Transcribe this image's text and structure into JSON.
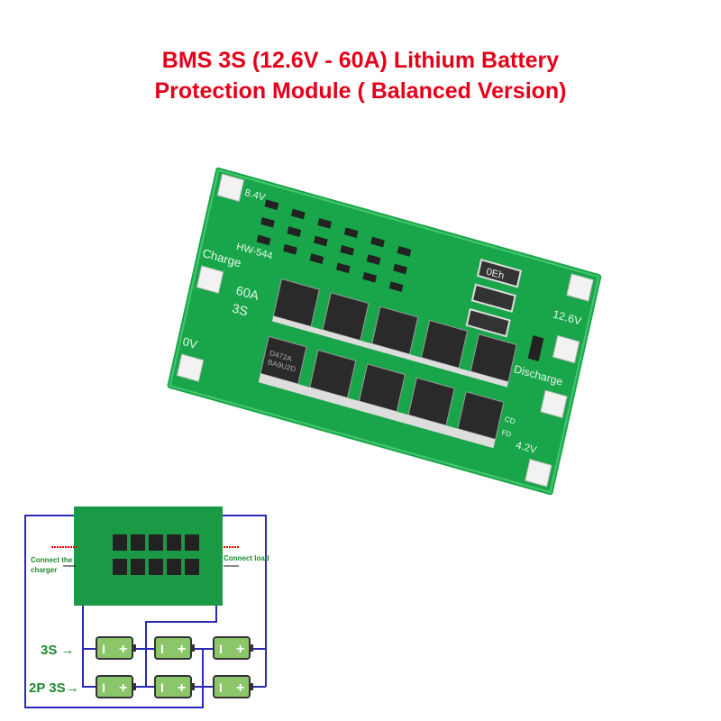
{
  "title": {
    "line1": "BMS 3S (12.6V - 60A) Lithium Battery",
    "line2": "Protection Module ( Balanced Version)"
  },
  "board": {
    "labels": {
      "v84": "8.4V",
      "model": "HW-544",
      "charge": "Charge",
      "zero": "0V",
      "cells": "3S",
      "amps": "60A",
      "v126": "12.6V",
      "discharge": "Discharge",
      "v42": "4.2V",
      "fd": "FD",
      "cd": "CD"
    },
    "resistor_marking": "0Eh",
    "mosfet_marking_1": "D472A",
    "mosfet_marking_2": "BA9U2D"
  },
  "diagram": {
    "connect_charger_1": "Connect the",
    "connect_charger_2": "charger",
    "connect_load": "Connect load",
    "row1_label": "3S →",
    "row2_label": "2P 3S→",
    "battery_minus": "I",
    "battery_plus": "+",
    "accent_green": "#1e8a2e",
    "wire_color": "#2a2ab8"
  }
}
